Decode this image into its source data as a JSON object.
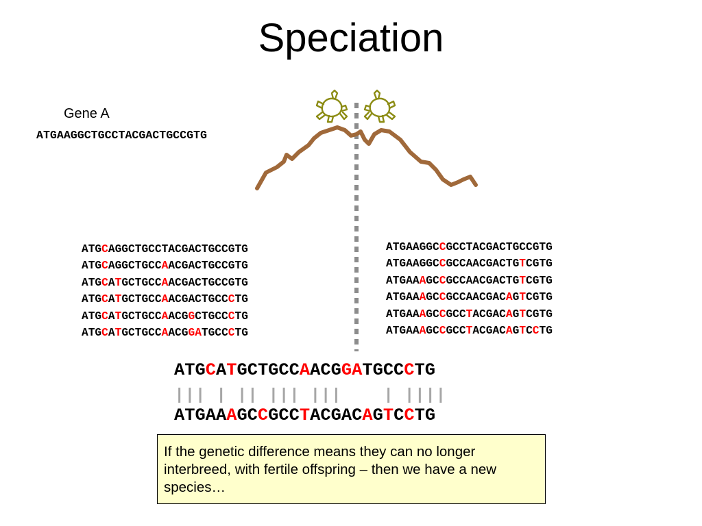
{
  "title": "Speciation",
  "gene": {
    "label": "Gene A",
    "sequence": "ATGAAGGCTGCCTACGACTGCCGTG"
  },
  "left_lineage": [
    "ATG[C]AGGCTGCCTACGACTGCCGTG",
    "ATG[C]AGGCTGCC[A]ACGACTGCCGTG",
    "ATG[C]A[T]GCTGCC[A]ACGACTGCCGTG",
    "ATG[C]A[T]GCTGCC[A]ACGACTGCC[C]TG",
    "ATG[C]A[T]GCTGCC[A]ACG[G]CTGCC[C]TG",
    "ATG[C]A[T]GCTGCC[A]ACG[GA]TGCC[C]TG"
  ],
  "right_lineage": [
    "ATGAAGGC[C]GCCTACGACTGCCGTG",
    "ATGAAGGC[C]GCCAACGACTG[T]CGTG",
    "ATGAA[A]GC[C]GCCAACGACTG[T]CGTG",
    "ATGAA[A]GC[C]GCCAACGAC[A]G[T]CGTG",
    "ATGAA[A]GC[C]GCC[T]ACGAC[A]G[T]CGTG",
    "ATGAA[A]GC[C]GCC[T]ACGAC[A]G[T]C[C]TG"
  ],
  "comparison": {
    "top": "ATG[C]A[T]GCTGCC[A]ACG[GA]TGCC[C]TG",
    "bottom": "ATGAA[A]GC[C]GCC[T]ACGAC[A]G[T]C[C]TG",
    "matches": "111010110111011100001011110"
  },
  "note": "If the genetic difference means they can no longer interbreed, with fertile offspring – then we have a new species…",
  "colors": {
    "mutation": "#ff0000",
    "mountain": "#a0693a",
    "divider": "#8c8c8c",
    "turtle": "#8c8c14",
    "note_background": "#ffffcc",
    "match_bar": "#a6a6a6"
  },
  "icons": [
    "turtle-left-icon",
    "turtle-right-icon",
    "mountain-ridge",
    "divider-line"
  ]
}
